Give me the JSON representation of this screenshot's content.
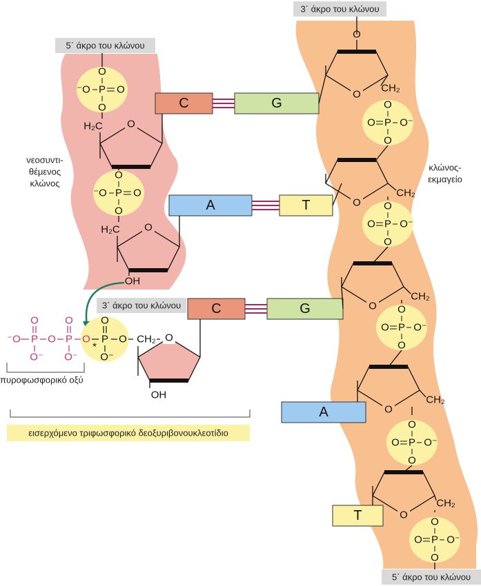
{
  "labels": {
    "end3_top": "3΄ άκρο του κλώνου",
    "end5_left": "5΄ άκρο του κλώνου",
    "end3_left": "3΄ άκρο του κλώνου",
    "end5_bottom": "5΄ άκρο του κλώνου",
    "new_strand": [
      "νεοσυντι-",
      "θέμενος",
      "κλώνος"
    ],
    "template_strand": [
      "κλώνος-",
      "εκμαγείο"
    ],
    "pyrophosphate": "πυροφωσφορικό οξύ",
    "incoming": "εισερχόμενο τριφωσφορικό δεοξυριβονουκλεοτίδιο"
  },
  "atoms": {
    "O": "O",
    "P": "P",
    "OH": "OH",
    "CH2": "CH₂",
    "H2C": "H₂C",
    "O_minus": "O⁻",
    "minus_O": "⁻O",
    "star": "*"
  },
  "bases": [
    {
      "new": "C",
      "template": "G"
    },
    {
      "new": "A",
      "template": "T"
    },
    {
      "new": "C",
      "template": "G"
    },
    {
      "new": null,
      "template": "A"
    },
    {
      "new": null,
      "template": "T"
    }
  ],
  "colors": {
    "C": "#e9967a",
    "G": "#cfe4a4",
    "A": "#9fcbf0",
    "T": "#fbf2a6",
    "new_strand_bg": "#f2b5ad",
    "template_bg": "#f7c08e",
    "phosphate": "#fbf2a6",
    "sugar_fill": "#f2b5ad",
    "label_bg": "#d9d9d9",
    "incoming_bg": "#fbf2a6",
    "arrow": "#1e7f5c",
    "hbond": "#b0205f",
    "pyro": "#c8326e"
  }
}
